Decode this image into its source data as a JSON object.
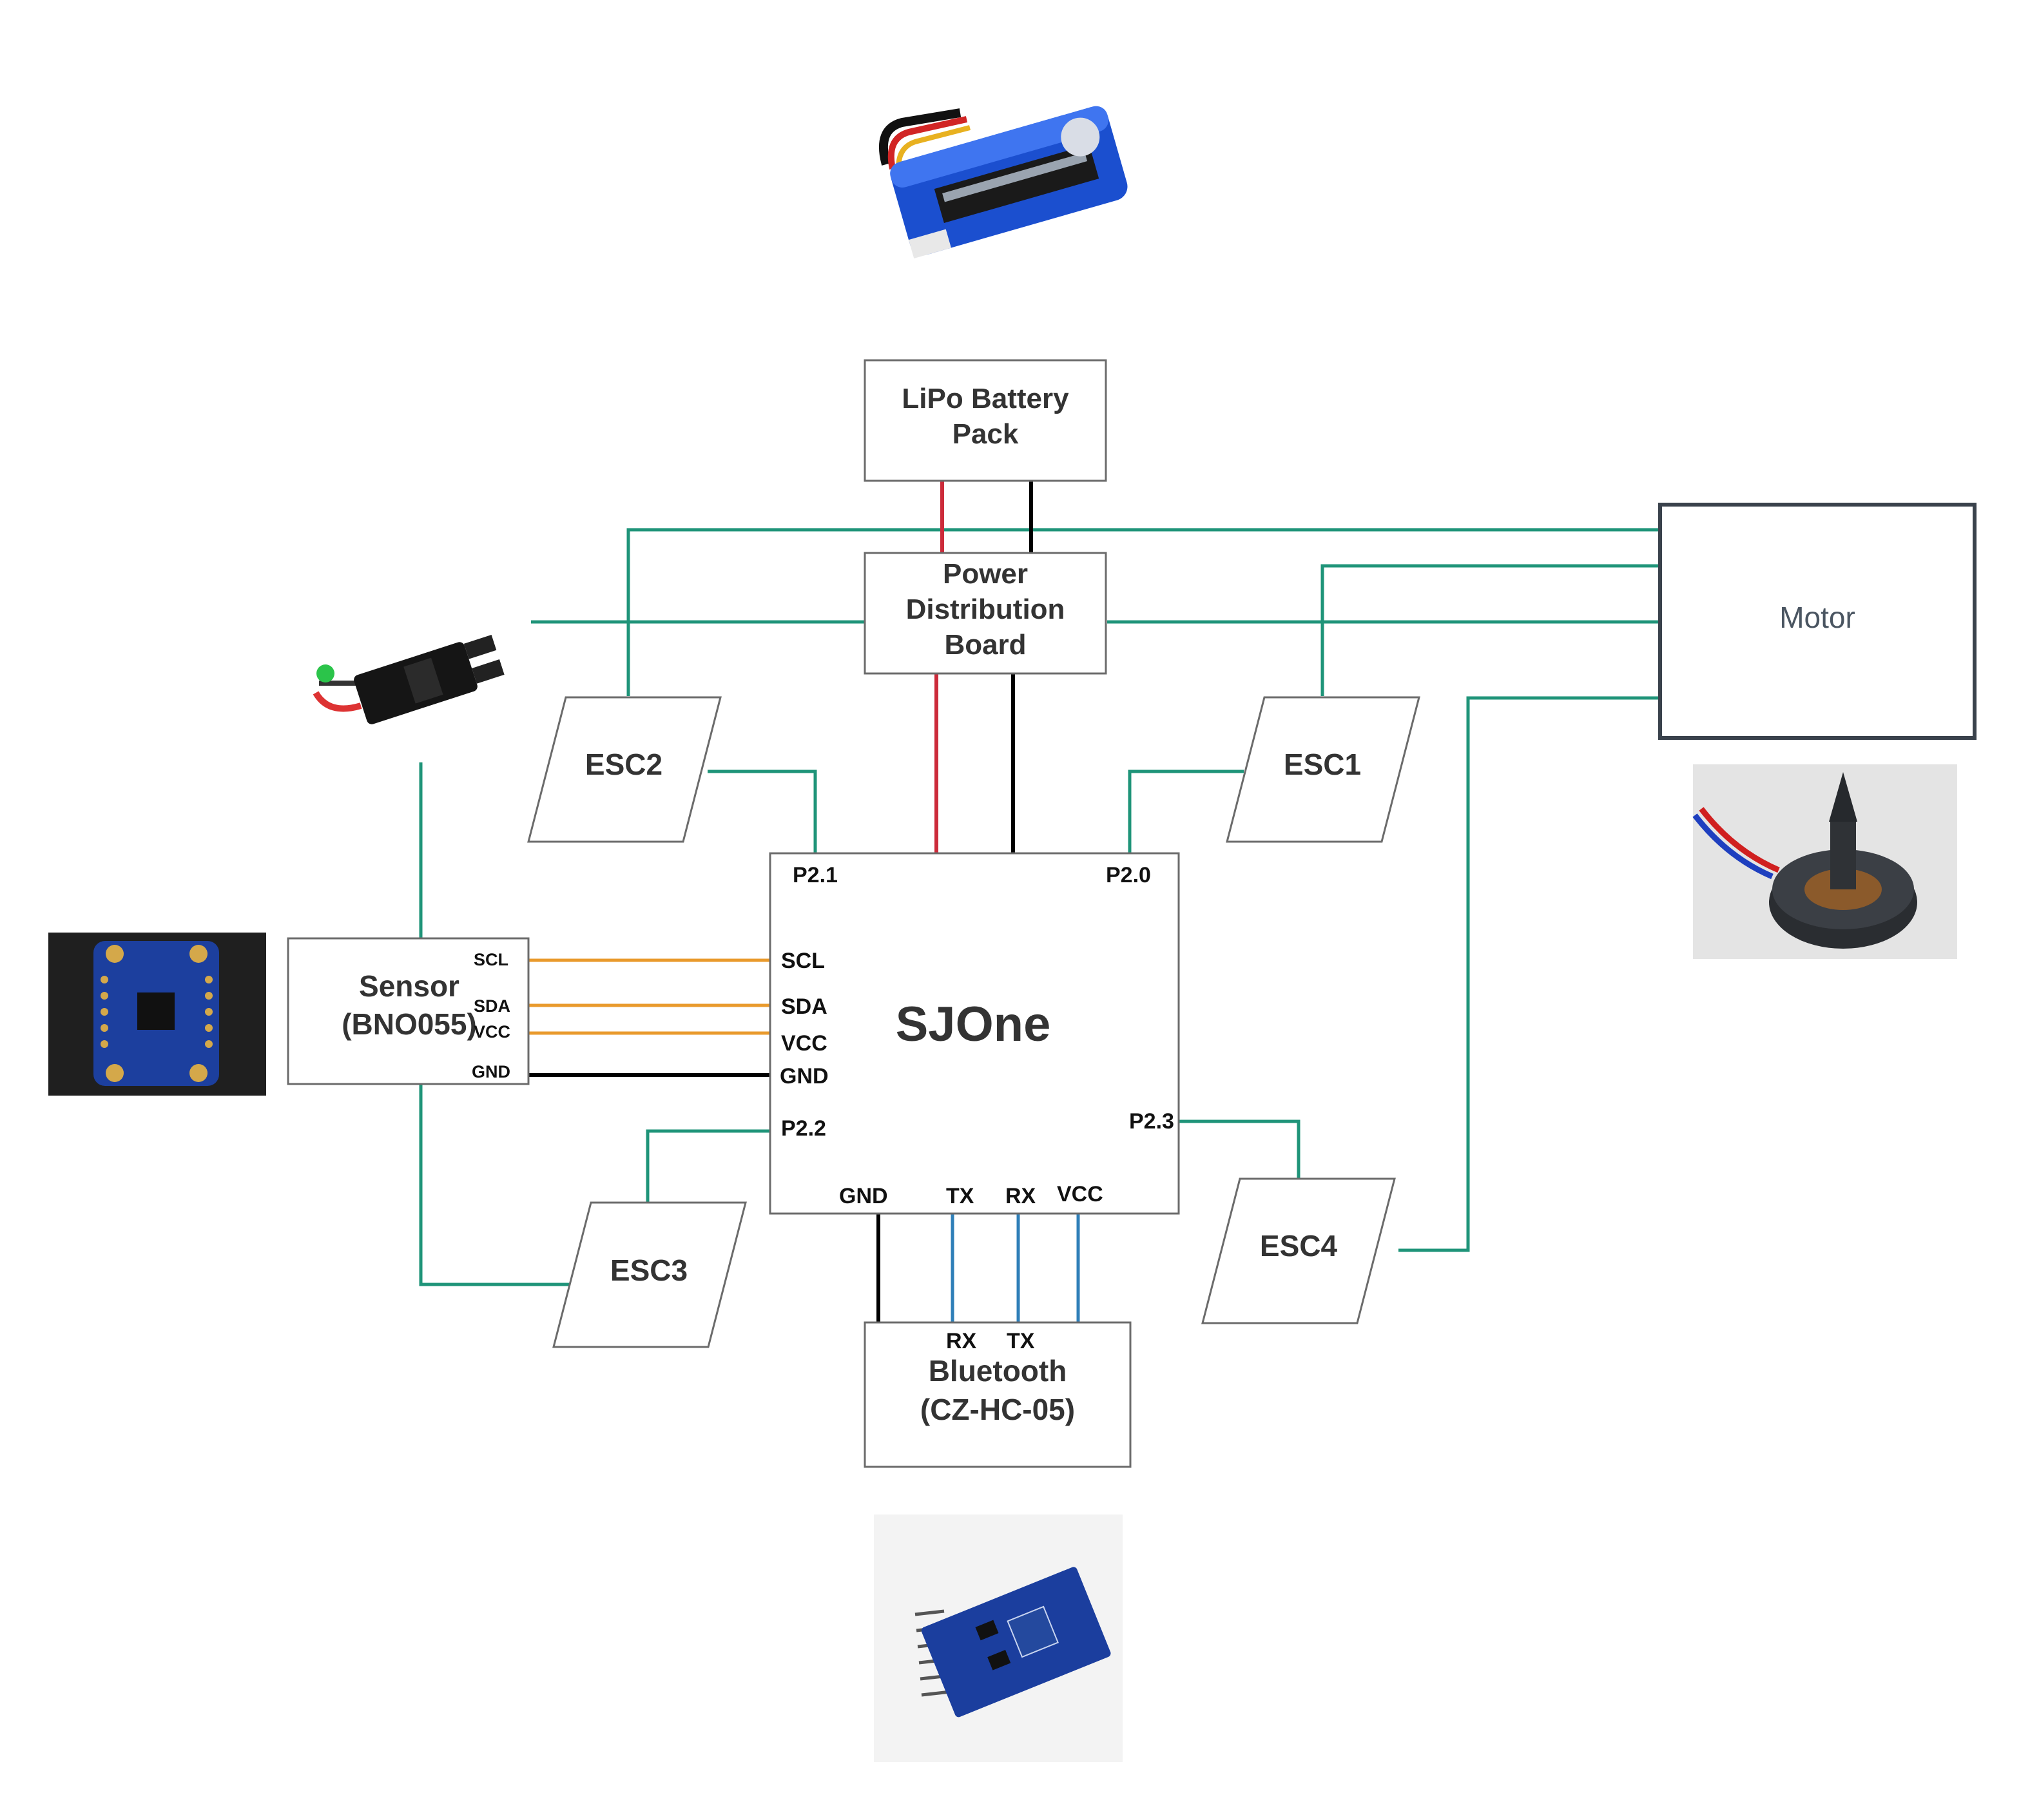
{
  "nodes": {
    "battery": {
      "line1": "LiPo Battery",
      "line2": "Pack"
    },
    "pdb": {
      "line1": "Power",
      "line2": "Distribution",
      "line3": "Board"
    },
    "motor": {
      "label": "Motor"
    },
    "esc1": {
      "label": "ESC1"
    },
    "esc2": {
      "label": "ESC2"
    },
    "esc3": {
      "label": "ESC3"
    },
    "esc4": {
      "label": "ESC4"
    },
    "sjone": {
      "label": "SJOne"
    },
    "sensor": {
      "line1": "Sensor",
      "line2": "(BNO055)"
    },
    "bluetooth": {
      "line1": "Bluetooth",
      "line2": "(CZ-HC-05)"
    }
  },
  "pins": {
    "sjone": {
      "p21": "P2.1",
      "p20": "P2.0",
      "scl": "SCL",
      "sda": "SDA",
      "vcc": "VCC",
      "gnd": "GND",
      "p22": "P2.2",
      "p23": "P2.3",
      "gnd_bottom": "GND",
      "tx": "TX",
      "rx": "RX",
      "vcc_bottom": "VCC"
    },
    "sensor": {
      "scl": "SCL",
      "sda": "SDA",
      "vcc": "VCC",
      "gnd": "GND"
    },
    "bluetooth": {
      "rx": "RX",
      "tx": "TX"
    }
  },
  "photos": {
    "battery": "lipo-battery-photo",
    "esc": "esc-photo",
    "sensor": "bno055-sensor-photo",
    "motor": "brushless-motor-photo",
    "bluetooth": "bluetooth-module-photo"
  },
  "colors": {
    "signal_wire": "#1f9479",
    "power_positive": "#cc2b3a",
    "ground": "#000000",
    "i2c_wire": "#e99a2c",
    "uart_wire": "#2f7fb8"
  }
}
